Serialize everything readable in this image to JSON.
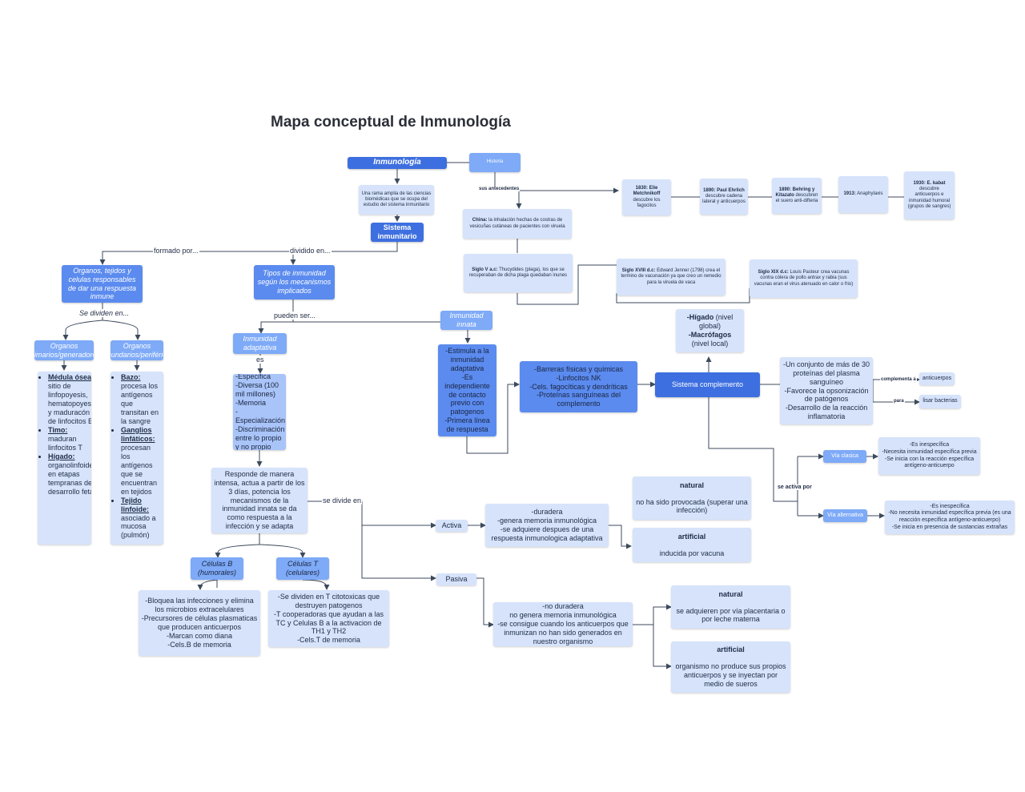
{
  "title": "Mapa conceptual de Inmunología",
  "nodes": {
    "inmunologia": "Inmunología",
    "historia": "Historia",
    "definicion": "Una rama amplia de las ciencias biomédicas que se ocupa del estudio del sistema inmunitario",
    "sistema_inmunitario": "Sistema inmunitario",
    "organos_tejidos": "Organos, tejidos y celulas responsables de dar una respuesta inmune",
    "tipos_inmunidad": "Tipos de inmunidad según los mecanismos implicados",
    "organos_primarios": "Organos primarios/generadores",
    "organos_secundarios": "Organos secundarios/periféricos",
    "primarios_lista": [
      {
        "key": "Médula ósea:",
        "text": " sitio de linfopoyesis, hematopoyesis y maduracón de linfocitos B"
      },
      {
        "key": "Timo:",
        "text": " maduran linfocitos T"
      },
      {
        "key": "Hígado:",
        "text": " organolinfoide en etapas tempranas de desarrollo fetal"
      }
    ],
    "secundarios_lista": [
      {
        "key": "Bazo:",
        "text": " procesa los antígenos que transitan en la sangre"
      },
      {
        "key": "Ganglios linfáticos:",
        "text": " procesan los antígenos que se encuentran en tejidos"
      },
      {
        "key": "Tejido linfoide:",
        "text": " asociado a mucosa (pulmón)"
      }
    ],
    "inmunidad_adaptativa": "Inmunidad adaptativa",
    "adaptativa_caracteristicas": "-Especifica\n-Diversa (100 mil millones)\n-Memoria\n-Especialización\n-Discriminación entre lo propio y no propio",
    "inmunidad_innata": "Inmunidad innata",
    "innata_caracteristicas": "-Estimula a la inmunidad adaptativa\n-Es independiente de contacto previo con patogenos\n-Primera línea de respuesta",
    "barreras": "-Barreras físicas y químicas\n-Linfocitos NK\n-Cels. fagocíticas y dendríticas\n-Proteínas sanguíneas del complemento",
    "sistema_complemento": "Sistema complemento",
    "higado_macrofagos": {
      "a": "-Hígado",
      "b": " (nivel global)",
      "c": "-Macrófagos",
      "d": "(nivel local)"
    },
    "complemento_desc": "-Un conjunto de más de 30 proteínas del plasma sanguíneo\n-Favorece la opsonización de patógenos\n-Desarrollo de la reacción inflamatoria",
    "anticuerpos": "anticuerpos",
    "lisar_bacterias": "lisar bacterias",
    "via_clasica": "Vía clasica",
    "via_clasica_desc": "-Es inespecífica\n-Necesita inmunidad específica previa\n-Se inicia con la reacción específica antígeno-anticuerpo",
    "via_alternativa": "Vía alternativa",
    "via_alternativa_desc": "-Es inespecífica\n-No necesita inmunidad específica previa (es una reacción específica antígeno-anticuerpo)\n-Se inicia en presencia de sustancias extrañas",
    "respuesta_intensa": "Responde de manera intensa, actua a partir de los 3 días, potencia los mecanismos de la inmunidad innata se da como respuesta a la infección y se adapta",
    "celulas_b": "Células B (humorales)",
    "celulas_t": "Células T (celulares)",
    "celulas_b_desc": "-Bloquea las infecciones y elimina los microbios extracelulares\n-Precursores de células plasmaticas que producen anticuerpos\n-Marcan como diana\n-Cels.B de memoria",
    "celulas_t_desc": "-Se dividen en T citotoxicas que destruyen patogenos\n-T cooperadoras que ayudan a las TC y Celulas B a la activacion de TH1 y TH2\n-Cels.T de memoria",
    "activa": "Activa",
    "activa_desc": "-duradera\n-genera memoria inmunológica\n-se adquiere despues de una respuesta inmunologica adaptativa",
    "activa_natural_h": "natural",
    "activa_natural": "no ha sido provocada (superar una infección)",
    "activa_artificial_h": "artificial",
    "activa_artificial": "inducida por vacuna",
    "pasiva": "Pasiva",
    "pasiva_desc": "-no duradera\nno genera memoria inmunológica\n-se consigue cuando los anticuerpos que inmunizan no han sido generados en nuestro organismo",
    "pasiva_natural_h": "natural",
    "pasiva_natural": "se adquieren por vía placentaria o por leche materna",
    "pasiva_artificial_h": "artificial",
    "pasiva_artificial": "organismo no produce sus propios anticuerpos y se inyectan por medio de sueros"
  },
  "history": {
    "china": {
      "k": "China:",
      "t": " la inhalación hechas de costras de vesicuñas cutáneas de pacientes con viruela"
    },
    "siglo_v": {
      "k": "Siglo V a.c:",
      "t": " Thucydides (plaga), los que se recuperaban de dicha plaga quedaban inunes"
    },
    "siglo_xviii": {
      "k": "Siglo XVIII d.c:",
      "t": " Edward Jenner (1798) crea el termino de vacunación ya que creo un remedio para la viruela de vaca"
    },
    "siglo_xix": {
      "k": "Siglo XIX d.c:",
      "t": " Louis Pasteur crea vacunas contra cólera de pollo antrax y rabia (sus vacunas eran el virus atenuado en calor o frio)"
    },
    "y1830": {
      "k": "1830: Elie Metchnikoff",
      "t": " descubre los fagocitos"
    },
    "y1890a": {
      "k": "1890: Paul Ehrlich",
      "t": " descubre cadena lateral y anticuerpos"
    },
    "y1890b": {
      "k": "1890: Behring y Kitazato",
      "t": " descubren el suero anti-difteria"
    },
    "y1913": {
      "k": "1913:",
      "t": " Anaphylaxis"
    },
    "y1930": {
      "k": "1930: E. kabat",
      "t": " descubre anticuerpos e inmunidad humoral (grupos de sangres)"
    }
  },
  "labels": {
    "sus_antecedentes": "sus antecedentes",
    "formado_por": "formado por...",
    "dividido_en": "dividido en...",
    "se_dividen_en": "Se dividen en...",
    "pueden_ser": "pueden ser...",
    "es": "es",
    "se_divide_en": "se divide en",
    "complementa_a": "complementa a",
    "para": "para",
    "se_activa_por": "se activa por"
  },
  "colors": {
    "pale": "#d6e3fb",
    "medium": "#a9c4f8",
    "sky": "#7eaaf7",
    "blue": "#5b8bef",
    "dark": "#3d6fe0",
    "line": "#3c4a5c"
  }
}
